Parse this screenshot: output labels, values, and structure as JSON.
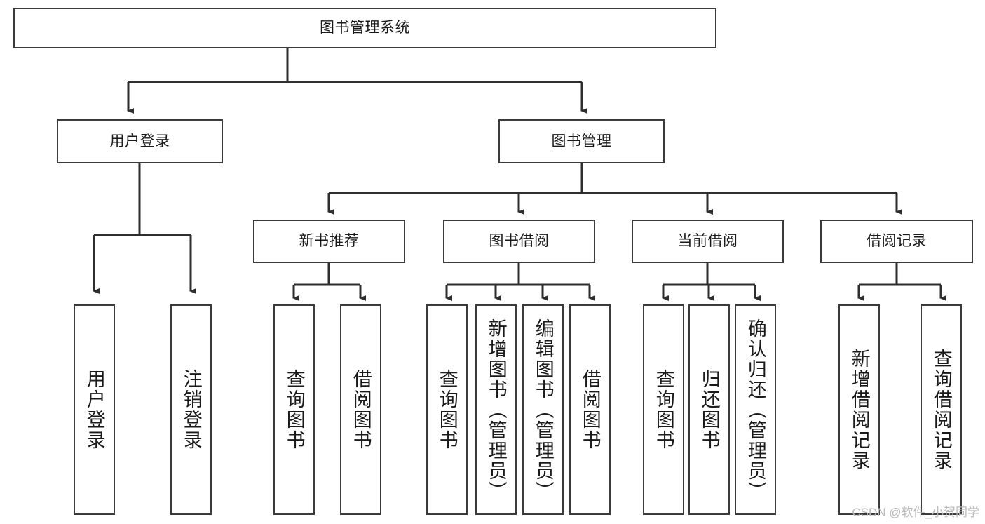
{
  "diagram": {
    "title": "图书管理系统",
    "watermark": "CSDN @软件_小贺同学",
    "line_color": "#3b3b3b",
    "box_fill": "#ffffff",
    "text_color": "#1a1a1a",
    "watermark_color": "#b9b9b9"
  },
  "nodes": {
    "root": {
      "label": "图书管理系统"
    },
    "level2": [
      {
        "label": "用户登录"
      },
      {
        "label": "图书管理"
      }
    ],
    "level3": [
      {
        "label": "新书推荐"
      },
      {
        "label": "图书借阅"
      },
      {
        "label": "当前借阅"
      },
      {
        "label": "借阅记录"
      }
    ],
    "leaves": {
      "user_login": [
        {
          "label": "用户登录"
        },
        {
          "label": "注销登录"
        }
      ],
      "new_book": [
        {
          "label": "查询图书"
        },
        {
          "label": "借阅图书"
        }
      ],
      "book_borrow": [
        {
          "label": "查询图书"
        },
        {
          "label": "新增图书（管理员）"
        },
        {
          "label": "编辑图书（管理员）"
        },
        {
          "label": "借阅图书"
        }
      ],
      "current_borrow": [
        {
          "label": "查询图书"
        },
        {
          "label": "归还图书"
        },
        {
          "label": "确认归还（管理员）"
        }
      ],
      "borrow_record": [
        {
          "label": "新增借阅记录"
        },
        {
          "label": "查询借阅记录"
        }
      ]
    }
  }
}
